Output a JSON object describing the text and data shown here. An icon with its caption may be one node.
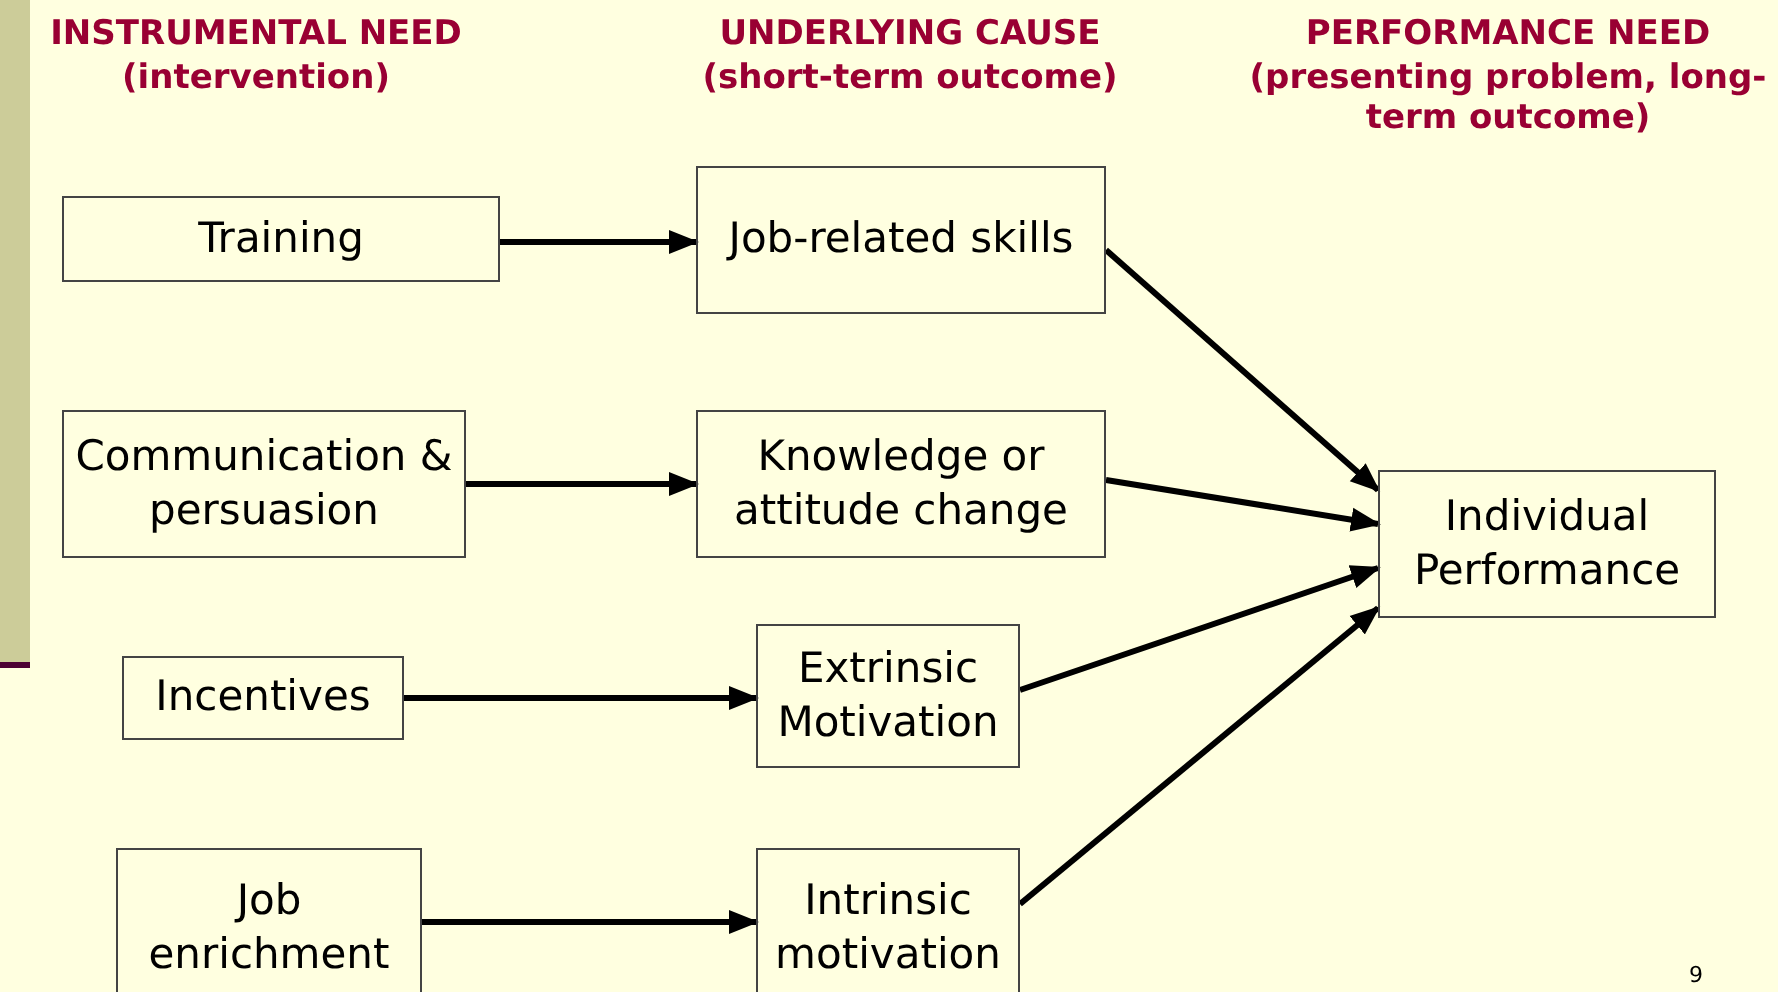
{
  "diagram": {
    "nodes": [
      {
        "text": [
          "Training"
        ]
      },
      {
        "text": [
          "Job-related skills"
        ]
      },
      {
        "text": [
          "Communication & persuasion"
        ]
      },
      {
        "text": [
          "Knowledge or attitude change"
        ]
      },
      {
        "text": [
          "Individual Performance"
        ]
      },
      {
        "text": [
          "Incentives"
        ]
      },
      {
        "text": [
          "Extrinsic Motivation"
        ]
      },
      {
        "text": [
          "Job enrichment"
        ]
      },
      {
        "text": [
          "Intrinsic motivation"
        ]
      }
    ],
    "edges": [
      {
        "from": 0,
        "to": 1,
        "arrow": "to"
      },
      {
        "from": 2,
        "to": 3,
        "arrow": "to"
      },
      {
        "from": 5,
        "to": 6,
        "arrow": "to"
      },
      {
        "from": 7,
        "to": 8,
        "arrow": "to"
      },
      {
        "from": 1,
        "to": 4,
        "arrow": "to"
      },
      {
        "from": 3,
        "to": 4,
        "arrow": "to"
      },
      {
        "from": 6,
        "to": 4,
        "arrow": "to"
      },
      {
        "from": 8,
        "to": 4,
        "arrow": "to"
      }
    ],
    "labels": [
      "INSTRUMENTAL NEED",
      "(intervention)",
      "UNDERLYING CAUSE",
      "(short-term outcome)",
      "PERFORMANCE NEED",
      "(presenting problem, long-term outcome)",
      "9"
    ]
  }
}
